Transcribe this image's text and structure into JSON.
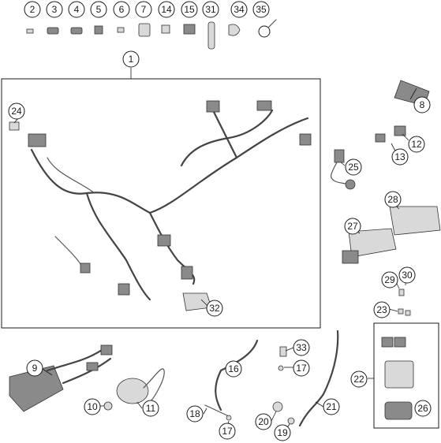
{
  "callouts": {
    "top_row": [
      "2",
      "3",
      "4",
      "5",
      "6",
      "7",
      "14",
      "15",
      "31",
      "34",
      "35"
    ],
    "main_harness": "1",
    "c8": "8",
    "c12": "12",
    "c13": "13",
    "c24": "24",
    "c25": "25",
    "c28": "28",
    "c27": "27",
    "c29": "29",
    "c30": "30",
    "c23": "23",
    "c32": "32",
    "c9": "9",
    "c10": "10",
    "c11": "11",
    "c16": "16",
    "c33": "33",
    "c17a": "17",
    "c17b": "17",
    "c18": "18",
    "c20": "20",
    "c19": "19",
    "c21": "21",
    "c22": "22",
    "c26": "26"
  }
}
